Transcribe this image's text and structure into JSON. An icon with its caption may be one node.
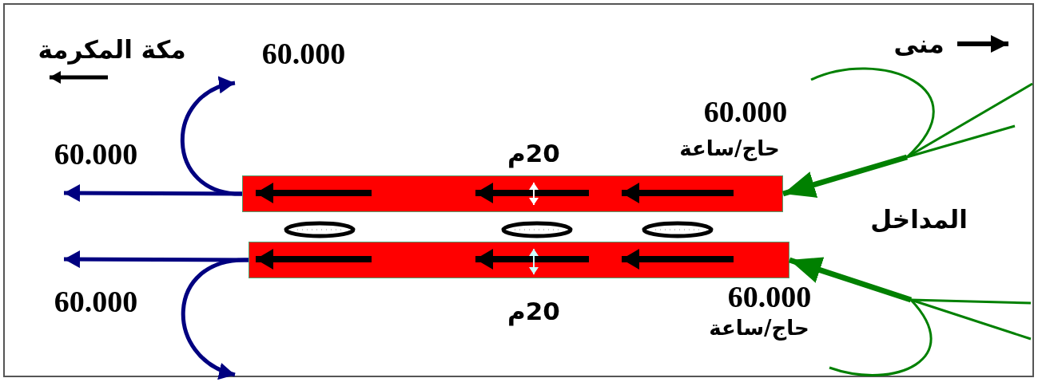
{
  "diagram": {
    "nodes": [
      {
        "text": [],
        "shape": "bar"
      },
      {
        "text": [],
        "shape": "bar"
      }
    ],
    "edges": [
      {
        "from": null,
        "to": 0,
        "arrow": "to",
        "color": "#008000"
      },
      {
        "from": null,
        "to": 1,
        "arrow": "to",
        "color": "#008000"
      },
      {
        "from": 0,
        "to": null,
        "arrow": "to",
        "color": "#000080"
      },
      {
        "from": 0,
        "to": null,
        "arrow": "to",
        "color": "#000080"
      },
      {
        "from": 1,
        "to": null,
        "arrow": "to",
        "color": "#000080"
      },
      {
        "from": 1,
        "to": null,
        "arrow": "to",
        "color": "#000080"
      }
    ],
    "labels": [
      "مكة المكرمة",
      "60.000",
      "منى",
      "60.000",
      "60.000",
      "20م",
      "حاج/ساعة",
      "المداخل",
      "60.000",
      "60.000",
      "20م",
      "حاج/ساعة"
    ]
  }
}
